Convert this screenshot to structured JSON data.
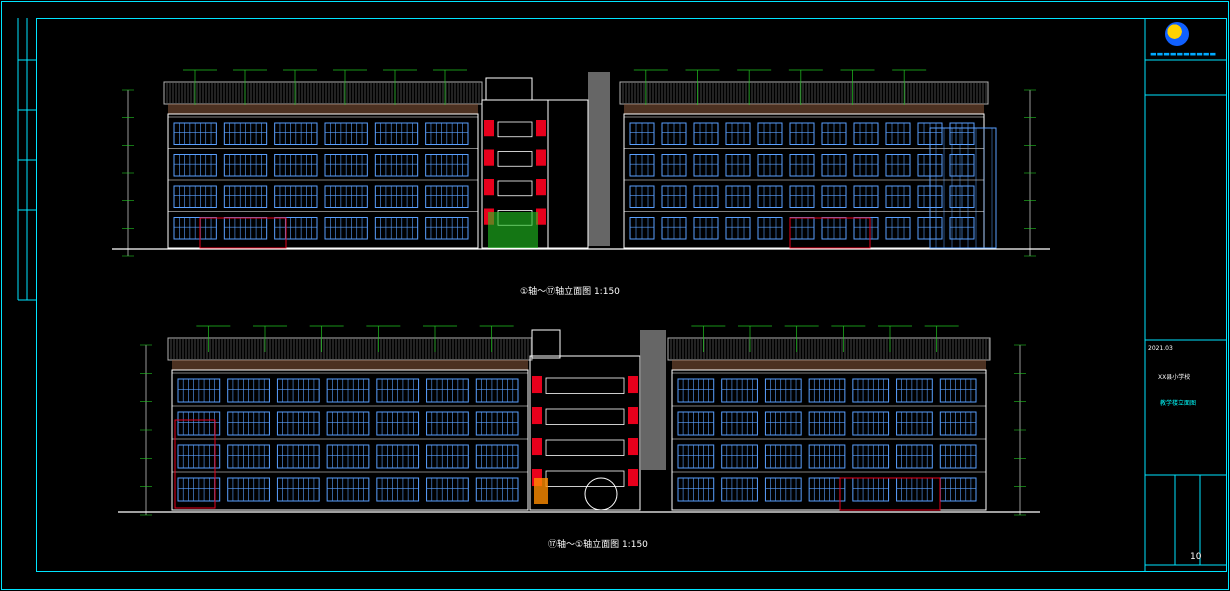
{
  "drawing": {
    "front_elevation_title": "①轴～⑰轴立面图",
    "front_elevation_scale": "1:150",
    "back_elevation_title": "⑰轴～①轴立面图",
    "back_elevation_scale": "1:150"
  },
  "title_block": {
    "date_code": "2021.03",
    "project": "XX县小学校",
    "drawing_name": "教学楼立面图",
    "sheet": "10"
  },
  "colors": {
    "frame": "#00e5ff",
    "wall": "#ffffff",
    "windows": "#5aa0ff",
    "accent_red": "#e8001c",
    "stone": "#808080",
    "roof": "#b0b0b0",
    "leaders": "#22c522",
    "brick_band": "#8b5a3c"
  }
}
